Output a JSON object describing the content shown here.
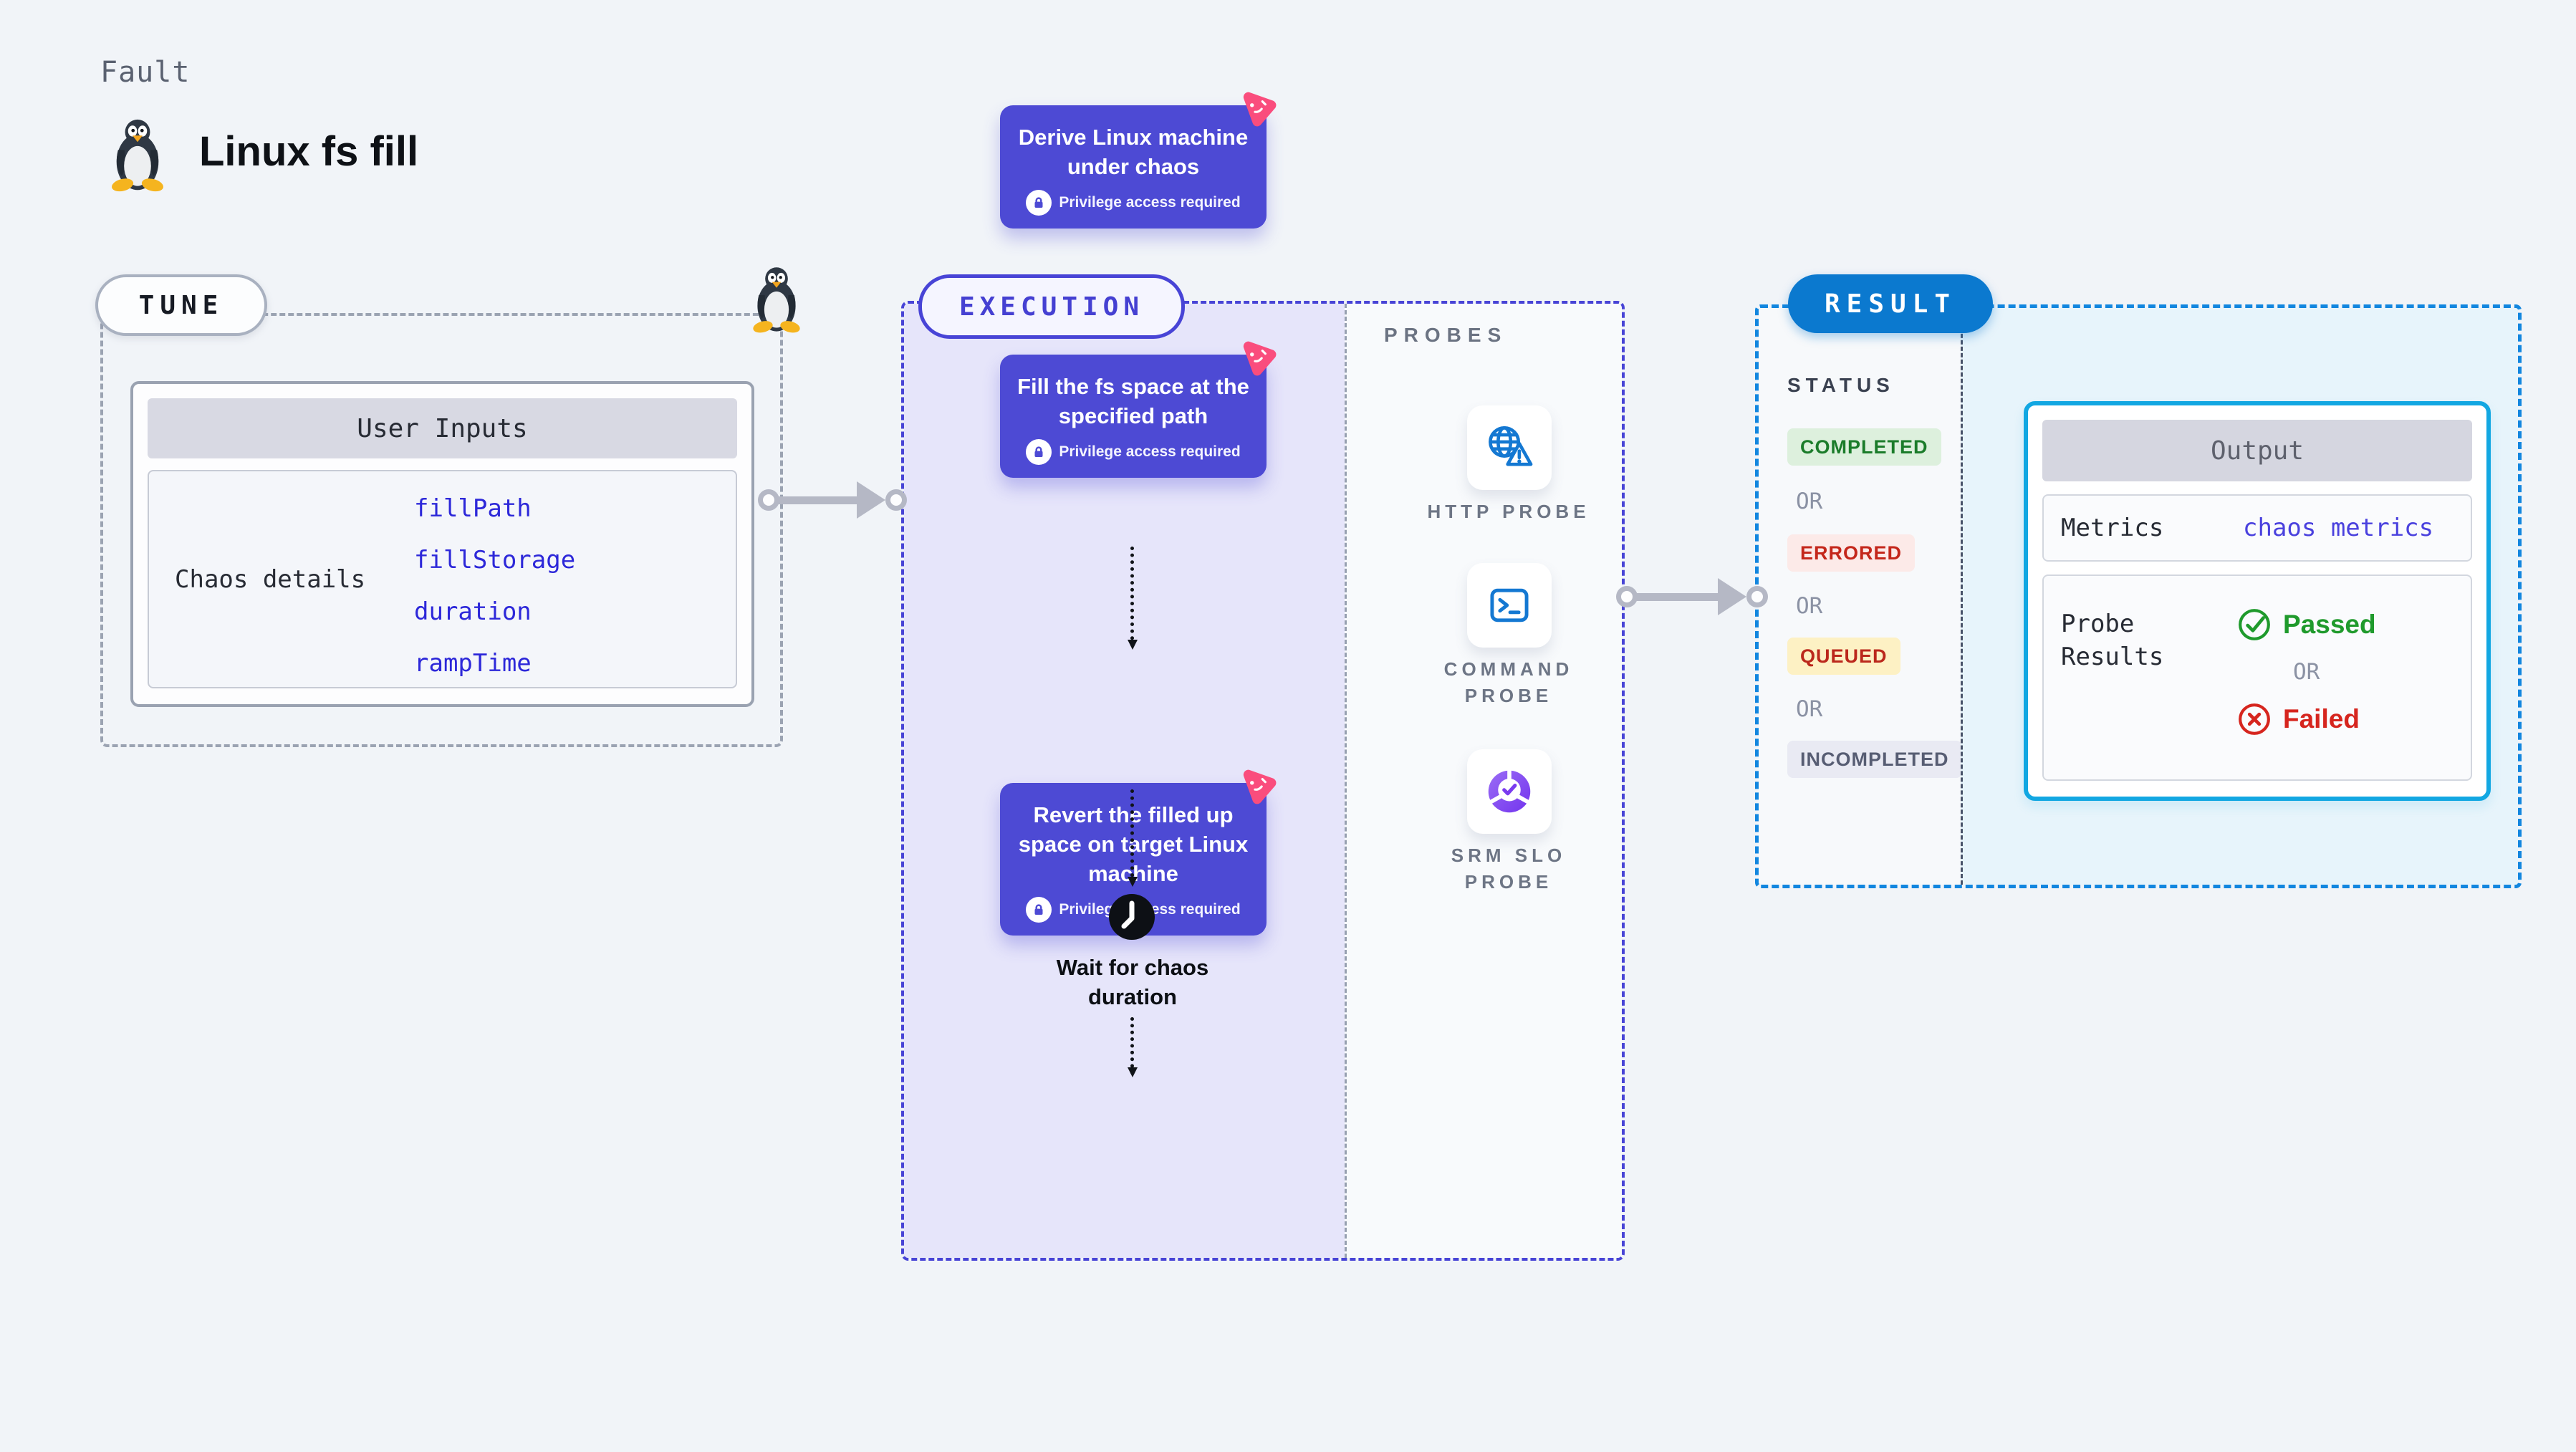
{
  "header": {
    "eyebrow": "Fault",
    "title": "Linux fs fill"
  },
  "tune": {
    "label": "TUNE",
    "card_title": "User Inputs",
    "row_label": "Chaos details",
    "inputs": [
      "fillPath",
      "fillStorage",
      "duration",
      "rampTime"
    ]
  },
  "execution": {
    "label": "EXECUTION",
    "privilege_label": "Privilege access required",
    "steps": [
      {
        "text": "Derive Linux machine under chaos"
      },
      {
        "text": "Fill the fs space at the specified path"
      },
      {
        "text": "Revert the filled up space on target Linux machine"
      }
    ],
    "wait_step": "Wait for chaos duration"
  },
  "probes": {
    "label": "PROBES",
    "items": [
      {
        "name": "HTTP PROBE",
        "icon": "globe-alert-icon"
      },
      {
        "name": "COMMAND PROBE",
        "icon": "terminal-icon"
      },
      {
        "name": "SRM SLO PROBE",
        "icon": "slo-gauge-icon"
      }
    ]
  },
  "result": {
    "label": "RESULT",
    "status_label": "STATUS",
    "or_label": "OR",
    "statuses": [
      {
        "text": "COMPLETED",
        "fg": "#1b7c2a",
        "bg": "#ddf0dd"
      },
      {
        "text": "ERRORED",
        "fg": "#c4271b",
        "bg": "#fceae8"
      },
      {
        "text": "QUEUED",
        "fg": "#bb281c",
        "bg": "#fdf1c4"
      },
      {
        "text": "INCOMPLETED",
        "fg": "#575d73",
        "bg": "#e9eaf3"
      }
    ],
    "output": {
      "title": "Output",
      "metrics_label": "Metrics",
      "metrics_value": "chaos metrics",
      "probe_results_label": "Probe Results",
      "passed": "Passed",
      "failed": "Failed"
    }
  },
  "colors": {
    "page_bg": "#f1f4f8",
    "step_indigo": "#4d4ad4",
    "execution_border": "#4844d6",
    "execution_fill": "#e6e5fa",
    "result_pill_blue": "#0b79cf",
    "result_border": "#1286df",
    "output_border": "#12a7e2",
    "probe_icon_blue": "#1478d2",
    "chaos_pink": "#fa4d7d",
    "link_indigo": "#2d28d9",
    "passed_green": "#1f9a2c",
    "failed_red": "#d6251e"
  }
}
